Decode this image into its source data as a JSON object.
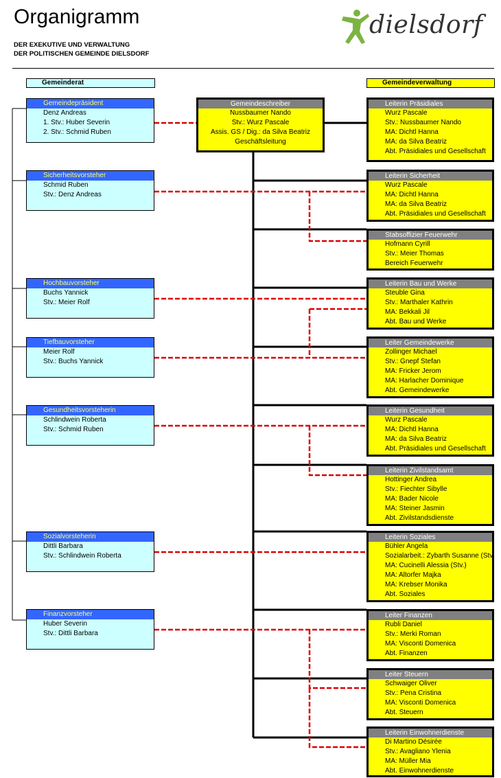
{
  "header": {
    "title": "Organigramm",
    "subtitle_line1": "DER EXEKUTIVE UND VERWALTUNG",
    "subtitle_line2": "DER POLITISCHEN GEMEINDE DIELSDORF",
    "logo_text": "dielsdorf"
  },
  "columns": {
    "left": "Gemeinderat",
    "right": "Gemeindeverwaltung"
  },
  "colors": {
    "council_header": "#3366ff",
    "council_body": "#ccffff",
    "admin_body": "#ffff00",
    "admin_header": "#808080",
    "dashed_link": "#dd0000",
    "logo_green": "#7cb342"
  },
  "center": {
    "title": "Gemeindeschreiber",
    "lines": [
      "Nussbaumer Nando",
      "Stv.: Wurz Pascale",
      "Assis. GS / Dig.: da Silva Beatriz",
      "Geschäftsleitung"
    ]
  },
  "council": [
    {
      "title": "Gemeindepräsident",
      "lines": [
        "Denz Andreas",
        "1. Stv.: Huber Severin",
        "2. Stv.: Schmid Ruben"
      ]
    },
    {
      "title": "Sicherheitsvorsteher",
      "lines": [
        "Schmid Ruben",
        "Stv.: Denz Andreas"
      ]
    },
    {
      "title": "Hochbauvorsteher",
      "lines": [
        "Buchs Yannick",
        "Stv.: Meier Rolf"
      ]
    },
    {
      "title": "Tiefbauvorsteher",
      "lines": [
        "Meier Rolf",
        "Stv.: Buchs Yannick"
      ]
    },
    {
      "title": "Gesundheitsvorsteherin",
      "lines": [
        "Schlindwein Roberta",
        "Stv.: Schmid Ruben"
      ]
    },
    {
      "title": "Sozialvorsteherin",
      "lines": [
        "Dittli Barbara",
        "Stv.: Schlindwein Roberta"
      ]
    },
    {
      "title": "Finanzvorsteher",
      "lines": [
        "Huber Severin",
        "Stv.: Dittli Barbara"
      ]
    }
  ],
  "admin": [
    {
      "title": "Leiterin Präsidiales",
      "lines": [
        "Wurz Pascale",
        "Stv.: Nussbaumer Nando",
        "MA: Dichtl Hanna",
        "MA: da Silva Beatriz",
        "Abt. Präsidiales und Gesellschaft"
      ]
    },
    {
      "title": "Leiterin Sicherheit",
      "lines": [
        "Wurz Pascale",
        "MA: Dichtl Hanna",
        "MA: da Silva Beatriz",
        "Abt. Präsidiales und Gesellschaft"
      ]
    },
    {
      "title": "Stabsoffizier Feuerwehr",
      "lines": [
        "Hofmann Cyrill",
        "Stv.: Meier Thomas",
        "Bereich Feuerwehr"
      ]
    },
    {
      "title": "Leiterin Bau und Werke",
      "lines": [
        "Steuble Gina",
        "Stv.: Marthaler Kathrin",
        "MA: Bekkali Jil",
        "Abt. Bau und Werke"
      ]
    },
    {
      "title": "Leiter Gemeindewerke",
      "lines": [
        "Zollinger Michael",
        "Stv.: Gnepf Stefan",
        "MA: Fricker Jerom",
        "MA: Harlacher Dominique",
        "Abt. Gemeindewerke"
      ]
    },
    {
      "title": "Leiterin Gesundheit",
      "lines": [
        "Wurz Pascale",
        "MA: Dichtl Hanna",
        "MA: da Silva Beatriz",
        "Abt. Präsidiales und Gesellschaft"
      ]
    },
    {
      "title": "Leiterin Zivilstandsamt",
      "lines": [
        "Hottinger Andrea",
        "Stv.: Fiechter Sibylle",
        "MA: Bader Nicole",
        "MA: Steiner Jasmin",
        "Abt. Zivilstandsdienste"
      ]
    },
    {
      "title": "Leiterin Soziales",
      "lines": [
        "Bühler Angela",
        "Sozialarbeit.: Zybarth Susanne (Stv.)",
        "MA: Cucinelli Alessia (Stv.)",
        "MA: Altorfer Majka",
        "MA: Krebser Monika",
        "Abt. Soziales"
      ]
    },
    {
      "title": "Leiter Finanzen",
      "lines": [
        "Rubli Daniel",
        "Stv.: Merki Roman",
        "MA: Visconti Domenica",
        "Abt. Finanzen"
      ]
    },
    {
      "title": "Leiter Steuern",
      "lines": [
        "Schwaiger Oliver",
        "Stv.: Pena Cristina",
        "MA: Visconti Domenica",
        "Abt. Steuern"
      ]
    },
    {
      "title": "Leiterin Einwohnerdienste",
      "lines": [
        "Di Martino Désirée",
        "Stv.: Avagliano Ylenia",
        "MA: Müller Mia",
        "Abt. Einwohnerdienste"
      ]
    }
  ]
}
